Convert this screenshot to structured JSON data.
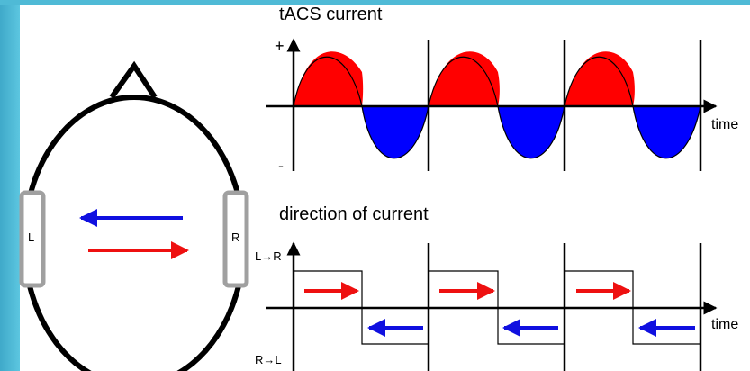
{
  "head_diagram": {
    "left_electrode_label": "L",
    "right_electrode_label": "R",
    "arrow_top_color": "#1010e0",
    "arrow_bottom_color": "#ee1010"
  },
  "tacs_panel": {
    "title": "tACS current",
    "y_plus_label": "+",
    "y_minus_label": "-",
    "x_label": "time",
    "positive_color": "#ff0000",
    "negative_color": "#0000ff",
    "cycles": 3
  },
  "direction_panel": {
    "title": "direction of current",
    "y_top_label": "L→R",
    "y_bottom_label": "R→L",
    "x_label": "time",
    "arrow_right_color": "#ee1010",
    "arrow_left_color": "#1010e0"
  }
}
